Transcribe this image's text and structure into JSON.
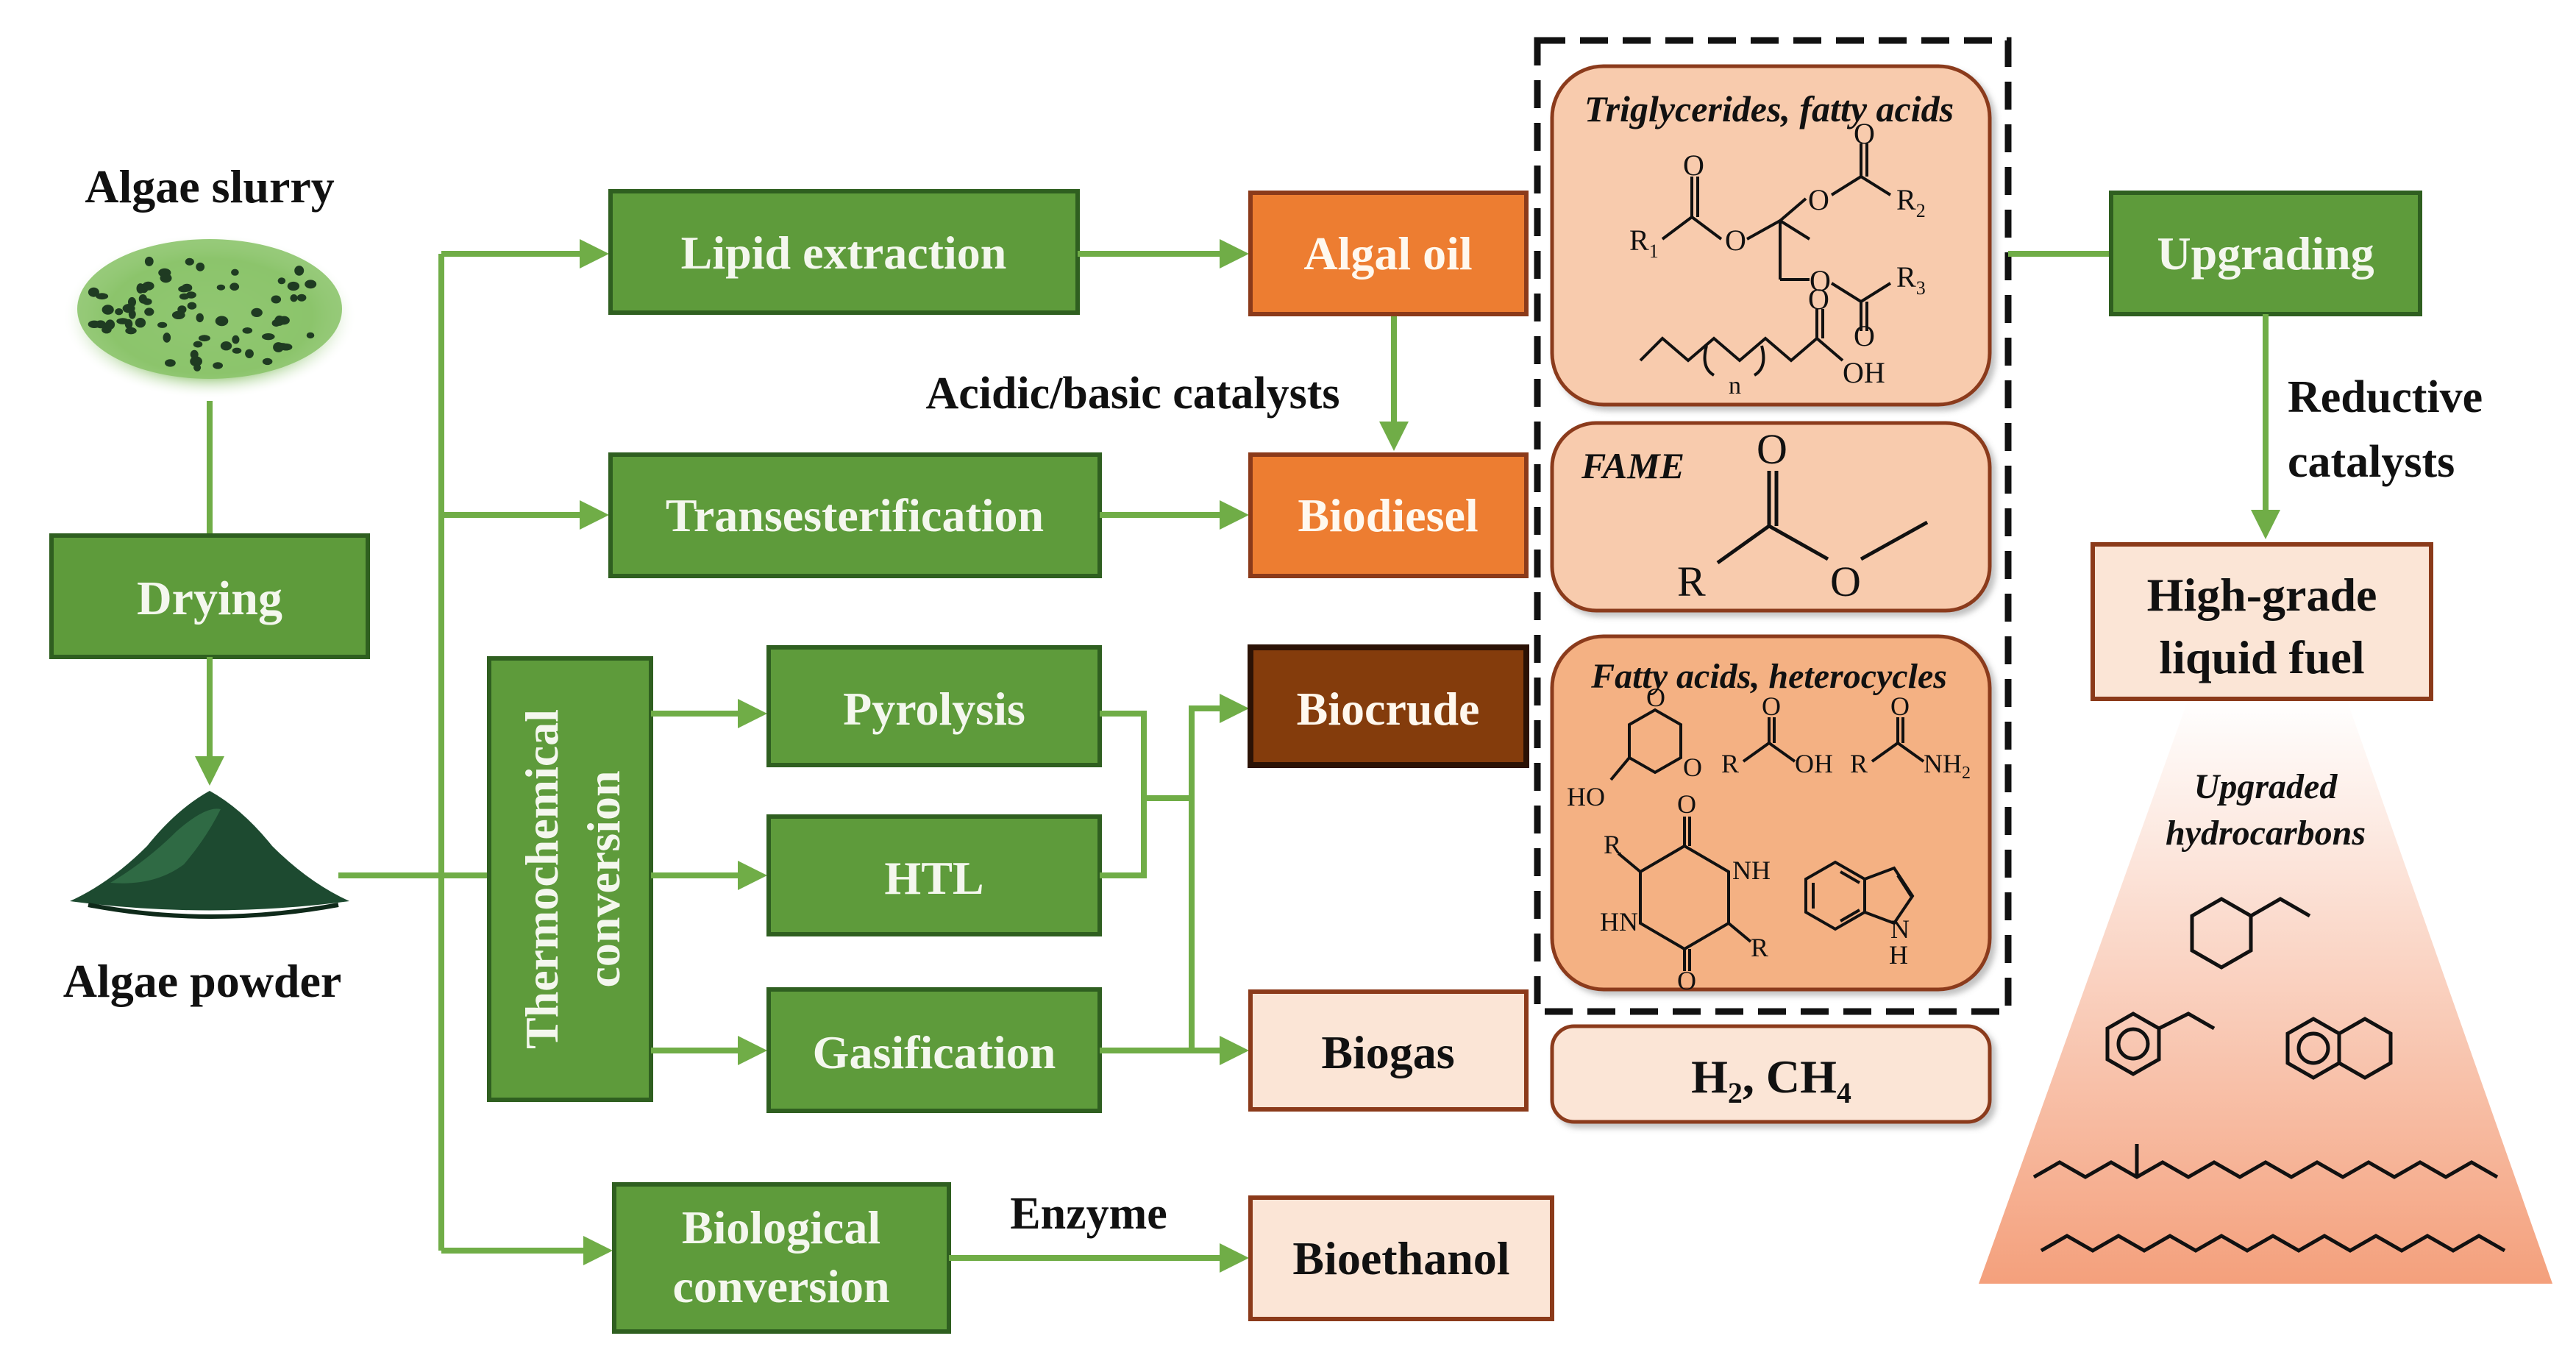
{
  "feedstock": {
    "slurry_label": "Algae slurry",
    "powder_label": "Algae powder",
    "drying": "Drying"
  },
  "processes": {
    "lipid_extraction": "Lipid extraction",
    "transesterification": "Transesterification",
    "thermochemical_line1": "Thermochemical",
    "thermochemical_line2": "conversion",
    "pyrolysis": "Pyrolysis",
    "htl": "HTL",
    "gasification": "Gasification",
    "biological_line1": "Biological",
    "biological_line2": "conversion",
    "upgrading": "Upgrading"
  },
  "products": {
    "algal_oil": "Algal oil",
    "biodiesel": "Biodiesel",
    "biocrude": "Biocrude",
    "biogas": "Biogas",
    "bioethanol": "Bioethanol",
    "high_grade_line1": "High-grade",
    "high_grade_line2": "liquid fuel"
  },
  "annotations": {
    "acidic_basic": "Acidic/basic catalysts",
    "enzyme": "Enzyme",
    "reductive_line1": "Reductive",
    "reductive_line2": "catalysts",
    "upgraded_line1": "Upgraded",
    "upgraded_line2": "hydrocarbons"
  },
  "chemistry": {
    "triglycerides_title": "Triglycerides, fatty acids",
    "fame_title": "FAME",
    "fatty_heterocycles_title": "Fatty acids, heterocycles",
    "gas_base_h": "H",
    "gas_sub_2": "2",
    "gas_rest": ", CH",
    "gas_sub_4": "4",
    "atoms": {
      "R1": "R",
      "R1_sub": "1",
      "R2": "R",
      "R2_sub": "2",
      "R3": "R",
      "R3_sub": "3",
      "O": "O",
      "OH": "OH",
      "n": "n",
      "R": "R",
      "HO": "HO",
      "NH2": "NH",
      "NH2_sub": "2",
      "NH": "NH",
      "HN": "HN",
      "H": "H",
      "N": "N"
    }
  },
  "colors": {
    "process_green": "#5e9b3b",
    "process_border": "#2f5f20",
    "arrow_green": "#70ad47",
    "orange_product": "#ed7d31",
    "dark_product": "#843c0c",
    "light_product": "#fbe5d6",
    "light_border": "#8b3a1a",
    "panel_fill": "#f8cbad",
    "panel_fill_2": "#f4b183"
  }
}
